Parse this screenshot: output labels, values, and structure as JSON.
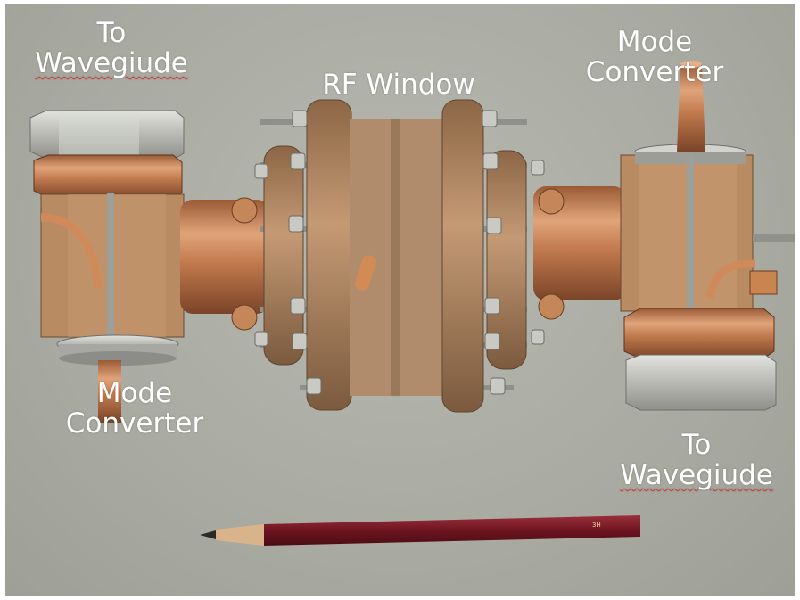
{
  "labels": {
    "top_left_line1": "To",
    "top_left_line2": "Wavegiude",
    "center_title": "RF Window",
    "top_right_line1": "Mode",
    "top_right_line2": "Converter",
    "bottom_left_line1": "Mode",
    "bottom_left_line2": "Converter",
    "bottom_right_line1": "To",
    "bottom_right_line2": "Wavegiude",
    "pencil_hardness": "3H"
  },
  "colors": {
    "background": "#aeb0a7",
    "copper": "#c27a4e",
    "copper_dark": "#8a4f2e",
    "flange": "#b08058",
    "steel": "#bfc0bb",
    "pencil": "#7a1a24",
    "label_text": "#ffffff"
  }
}
